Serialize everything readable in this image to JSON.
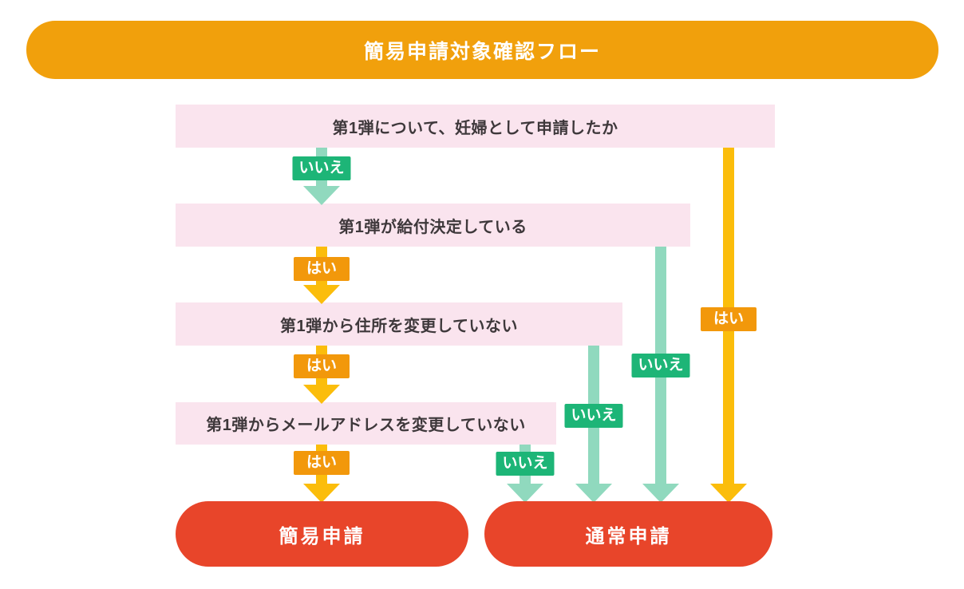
{
  "title": "簡易申請対象確認フロー",
  "questions": [
    {
      "id": "q1",
      "label": "第1弾について、妊婦として申請したか"
    },
    {
      "id": "q2",
      "label": "第1弾が給付決定している"
    },
    {
      "id": "q3",
      "label": "第1弾から住所を変更していない"
    },
    {
      "id": "q4",
      "label": "第1弾からメールアドレスを変更していない"
    }
  ],
  "results": [
    {
      "id": "simple",
      "label": "簡易申請"
    },
    {
      "id": "normal",
      "label": "通常申請"
    }
  ],
  "arrows": [
    {
      "from": "q1",
      "to": "q2",
      "answer": "いいえ",
      "color": "green"
    },
    {
      "from": "q2",
      "to": "q3",
      "answer": "はい",
      "color": "yellow"
    },
    {
      "from": "q3",
      "to": "q4",
      "answer": "はい",
      "color": "yellow"
    },
    {
      "from": "q4",
      "to": "simple",
      "answer": "はい",
      "color": "yellow"
    },
    {
      "from": "q4",
      "to": "normal",
      "answer": "いいえ",
      "color": "green"
    },
    {
      "from": "q3",
      "to": "normal",
      "answer": "いいえ",
      "color": "green"
    },
    {
      "from": "q2",
      "to": "normal",
      "answer": "いいえ",
      "color": "green"
    },
    {
      "from": "q1",
      "to": "normal",
      "answer": "はい",
      "color": "yellow"
    }
  ],
  "colors": {
    "header_orange": "#F1A00C",
    "question_pink": "#FAE4EE",
    "question_text": "#3E383B",
    "yes_badge": "#F2980B",
    "yes_arrow": "#FBBD0B",
    "no_badge": "#1DB577",
    "no_arrow": "#90D9BE",
    "result_red": "#E8452A",
    "label_text": "#FFFFFF"
  }
}
